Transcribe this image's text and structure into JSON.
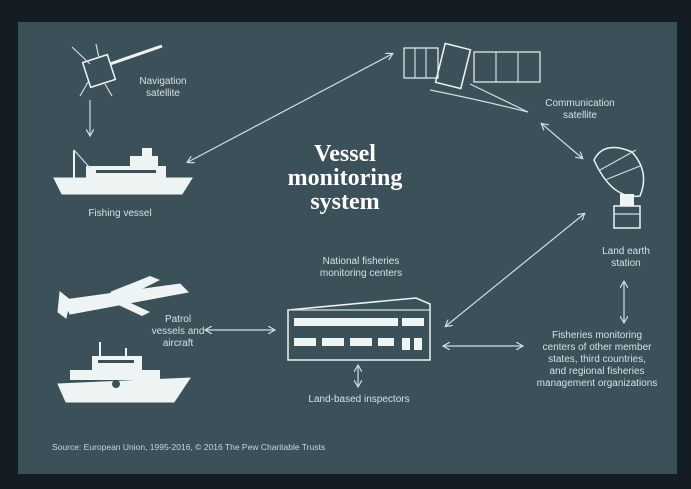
{
  "diagram": {
    "title": "Vessel\nmonitoring\nsystem",
    "nodes": {
      "navigation_satellite": "Navigation\nsatellite",
      "fishing_vessel": "Fishing vessel",
      "communication_satellite": "Communication\nsatellite",
      "land_earth_station": "Land earth\nstation",
      "national_centers": "National fisheries\nmonitoring centers",
      "patrol": "Patrol\nvessels and\naircraft",
      "land_inspectors": "Land-based inspectors",
      "other_centers": "Fisheries monitoring\ncenters of other member\nstates, third countries,\nand regional fisheries\nmanagement organizations"
    },
    "source": "Source: European Union, 1995-2016, © 2016 The Pew Charitable Trusts"
  },
  "colors": {
    "background": "#141c24",
    "panel": "#3b5059",
    "line": "#cfdde1",
    "text": "#d5e0e3"
  }
}
